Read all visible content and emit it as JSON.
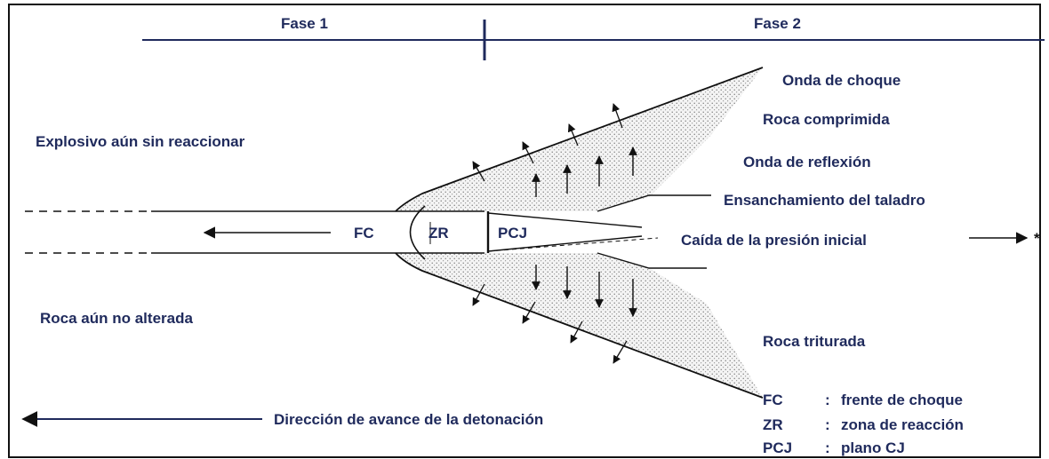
{
  "phases": {
    "phase1": "Fase 1",
    "phase2": "Fase 2"
  },
  "left_labels": {
    "explosive": "Explosivo aún sin reaccionar",
    "rock": "Roca aún no alterada"
  },
  "right_labels": {
    "shock_wave": "Onda de choque",
    "compressed_rock": "Roca comprimida",
    "reflection_wave": "Onda de reflexión",
    "widening": "Ensanchamiento del taladro",
    "pressure_drop": "Caída de la presión inicial",
    "crushed_rock": "Roca triturada"
  },
  "zone_labels": {
    "fc": "FC",
    "zr": "ZR",
    "pcj": "PCJ"
  },
  "bottom_arrow_label": "Dirección de avance de la detonación",
  "asterisk": "*",
  "legend": [
    {
      "abbr": "FC",
      "sep": ":",
      "desc": "frente de choque"
    },
    {
      "abbr": "ZR",
      "sep": ":",
      "desc": "zona de reacción"
    },
    {
      "abbr": "PCJ",
      "sep": ":",
      "desc": "plano CJ"
    }
  ],
  "colors": {
    "text": "#1f2a5c",
    "lines": "#111111",
    "stipple": "#9a9a9a"
  }
}
